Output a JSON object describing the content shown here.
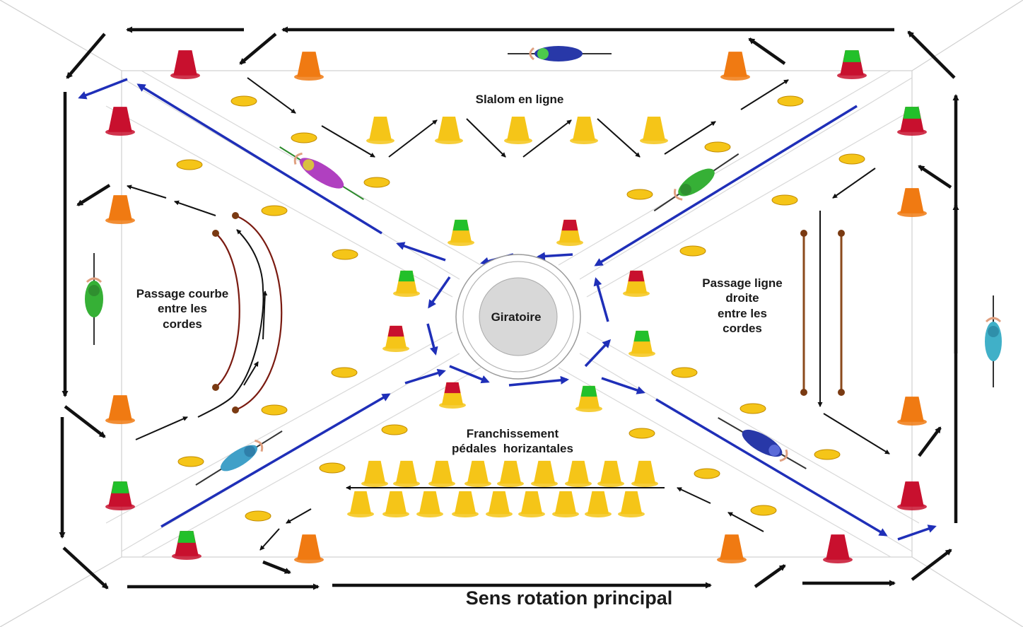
{
  "labels": {
    "slalom": "Slalom en ligne",
    "courbe": [
      "Passage courbe",
      "entre les",
      "cordes"
    ],
    "droite": [
      "Passage ligne",
      "droite",
      "entre les",
      "cordes"
    ],
    "franchissement": [
      "Franchissement",
      "pédales  horizantales"
    ],
    "giratoire": "Giratoire",
    "main_direction": "Sens rotation principal"
  },
  "colors": {
    "blue_arrow": "#1f2fb8",
    "black_arrow": "#111111",
    "cone_red": "#c8102e",
    "cone_orange": "#f07a12",
    "cone_yellow": "#f5c518",
    "cone_green": "#22c02a",
    "rope_brown": "#8b4a1c",
    "rope_darkred": "#7a1a10",
    "roundabout_fill": "#d8d8d8"
  },
  "icons": [
    "traffic-cone-icon",
    "flat-marker-icon",
    "cyclist-icon",
    "arrow-icon",
    "rope-icon"
  ]
}
